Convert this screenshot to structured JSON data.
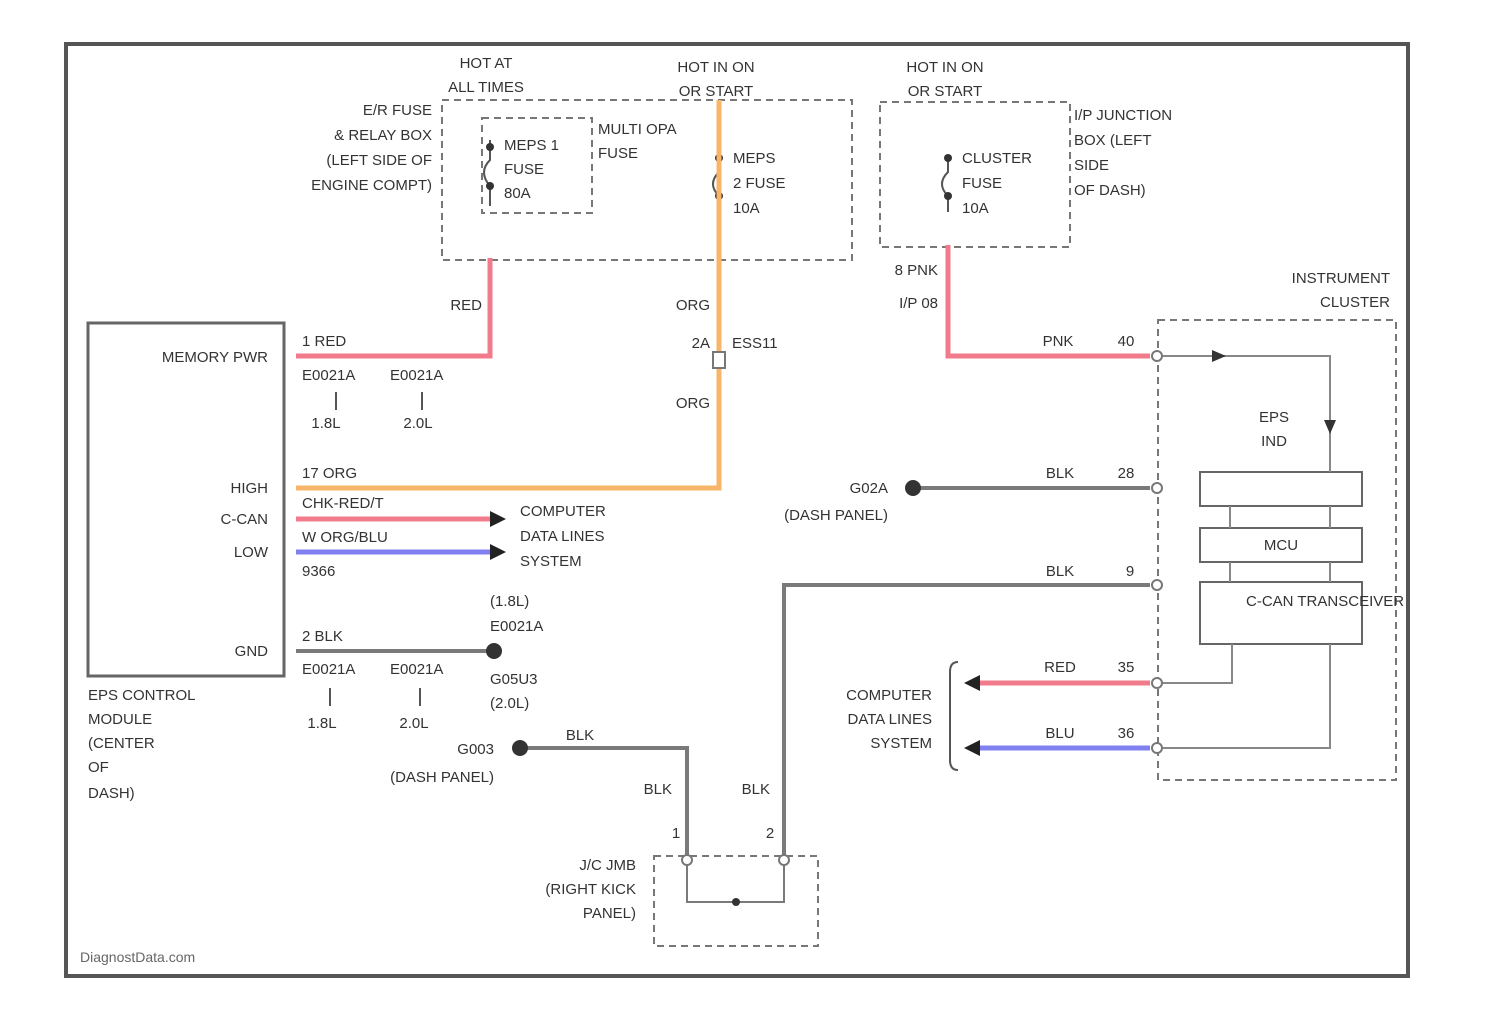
{
  "wire_colors": {
    "red": "#f27b8b",
    "orange": "#f7b56a",
    "pink": "#f27b8b",
    "blue": "#8080f0",
    "black": "#7a7a7a"
  },
  "watermark": "DiagnostData.com",
  "hot_at_all_times": [
    "HOT AT",
    "ALL TIMES"
  ],
  "hot_in_on_start_1": [
    "HOT IN ON",
    "OR START"
  ],
  "hot_in_on_start_2": [
    "HOT IN ON",
    "OR START"
  ],
  "er_fuse_label": [
    "E/R FUSE",
    "& RELAY BOX",
    "(LEFT SIDE OF",
    "ENGINE COMPT)"
  ],
  "ip_junction_label": [
    "I/P JUNCTION",
    "BOX (LEFT",
    "SIDE",
    "OF DASH)"
  ],
  "fuse_meps1": [
    "MEPS 1",
    "FUSE",
    "80A"
  ],
  "fuse_multi": [
    "MULTI OPA",
    "FUSE"
  ],
  "fuse_meps2": [
    "MEPS",
    "2 FUSE",
    "10A"
  ],
  "fuse_cluster": [
    "CLUSTER",
    "FUSE",
    "10A"
  ],
  "wire_red": "RED",
  "wire_org_top": "ORG",
  "wire_org_bottom": "ORG",
  "connector_2a": "2A",
  "connector_ess11": "ESS11",
  "pin_8pnk": "8 PNK",
  "connector_ip08": "I/P 08",
  "instrument_cluster": [
    "INSTRUMENT",
    "CLUSTER"
  ],
  "pink_wire": "PNK",
  "pin_40": "40",
  "eps_ind": [
    "EPS",
    "IND"
  ],
  "mcu": "MCU",
  "ccan_transceiver": "C-CAN TRANSCEIVER",
  "g02a": "G02A",
  "dash_panel_1": "(DASH PANEL)",
  "blk_28": "BLK",
  "pin_28": "28",
  "blk_9": "BLK",
  "pin_9": "9",
  "eps_module": {
    "memory_pwr": "MEMORY PWR",
    "high": "HIGH",
    "ccan": "C-CAN",
    "low": "LOW",
    "gnd": "GND",
    "label": [
      "EPS CONTROL",
      "MODULE",
      "(CENTER",
      "OF",
      "DASH)"
    ]
  },
  "pin1_red": "1  RED",
  "pin2_blk": "2  BLK",
  "conn_e0021a": "E0021A",
  "conn_e0021b": "E0021A",
  "conn_e0021c": "E0021A",
  "conn_e0021d": "E0021A",
  "label_18l_1": "1.8L",
  "label_20l_1": "2.0L",
  "label_18l_2": "1.8L",
  "label_20l_2": "2.0L",
  "high_wire": "17  ORG",
  "ccan_wire": "CHK-RED/T",
  "low_wire": "W  ORG/BLU",
  "low_wire_2": "9366",
  "computer_data_lines_1": [
    "COMPUTER",
    "DATA LINES",
    "SYSTEM"
  ],
  "computer_data_lines_2": [
    "COMPUTER",
    "DATA LINES",
    "SYSTEM"
  ],
  "gnd_18l": [
    "(1.8L)",
    "E0021A"
  ],
  "gnd_20l": [
    "G05U3",
    "(2.0L)"
  ],
  "g003": "G003",
  "dash_panel_2": "(DASH PANEL)",
  "blk_top": "BLK",
  "blk_left": "BLK",
  "blk_right": "BLK",
  "pin_1": "1",
  "pin_2": "2",
  "jc_label": [
    "J/C JMB",
    "(RIGHT KICK",
    "PANEL)"
  ],
  "red_right": "RED",
  "pin_35": "35",
  "blu_right": "BLU",
  "pin_36": "36"
}
